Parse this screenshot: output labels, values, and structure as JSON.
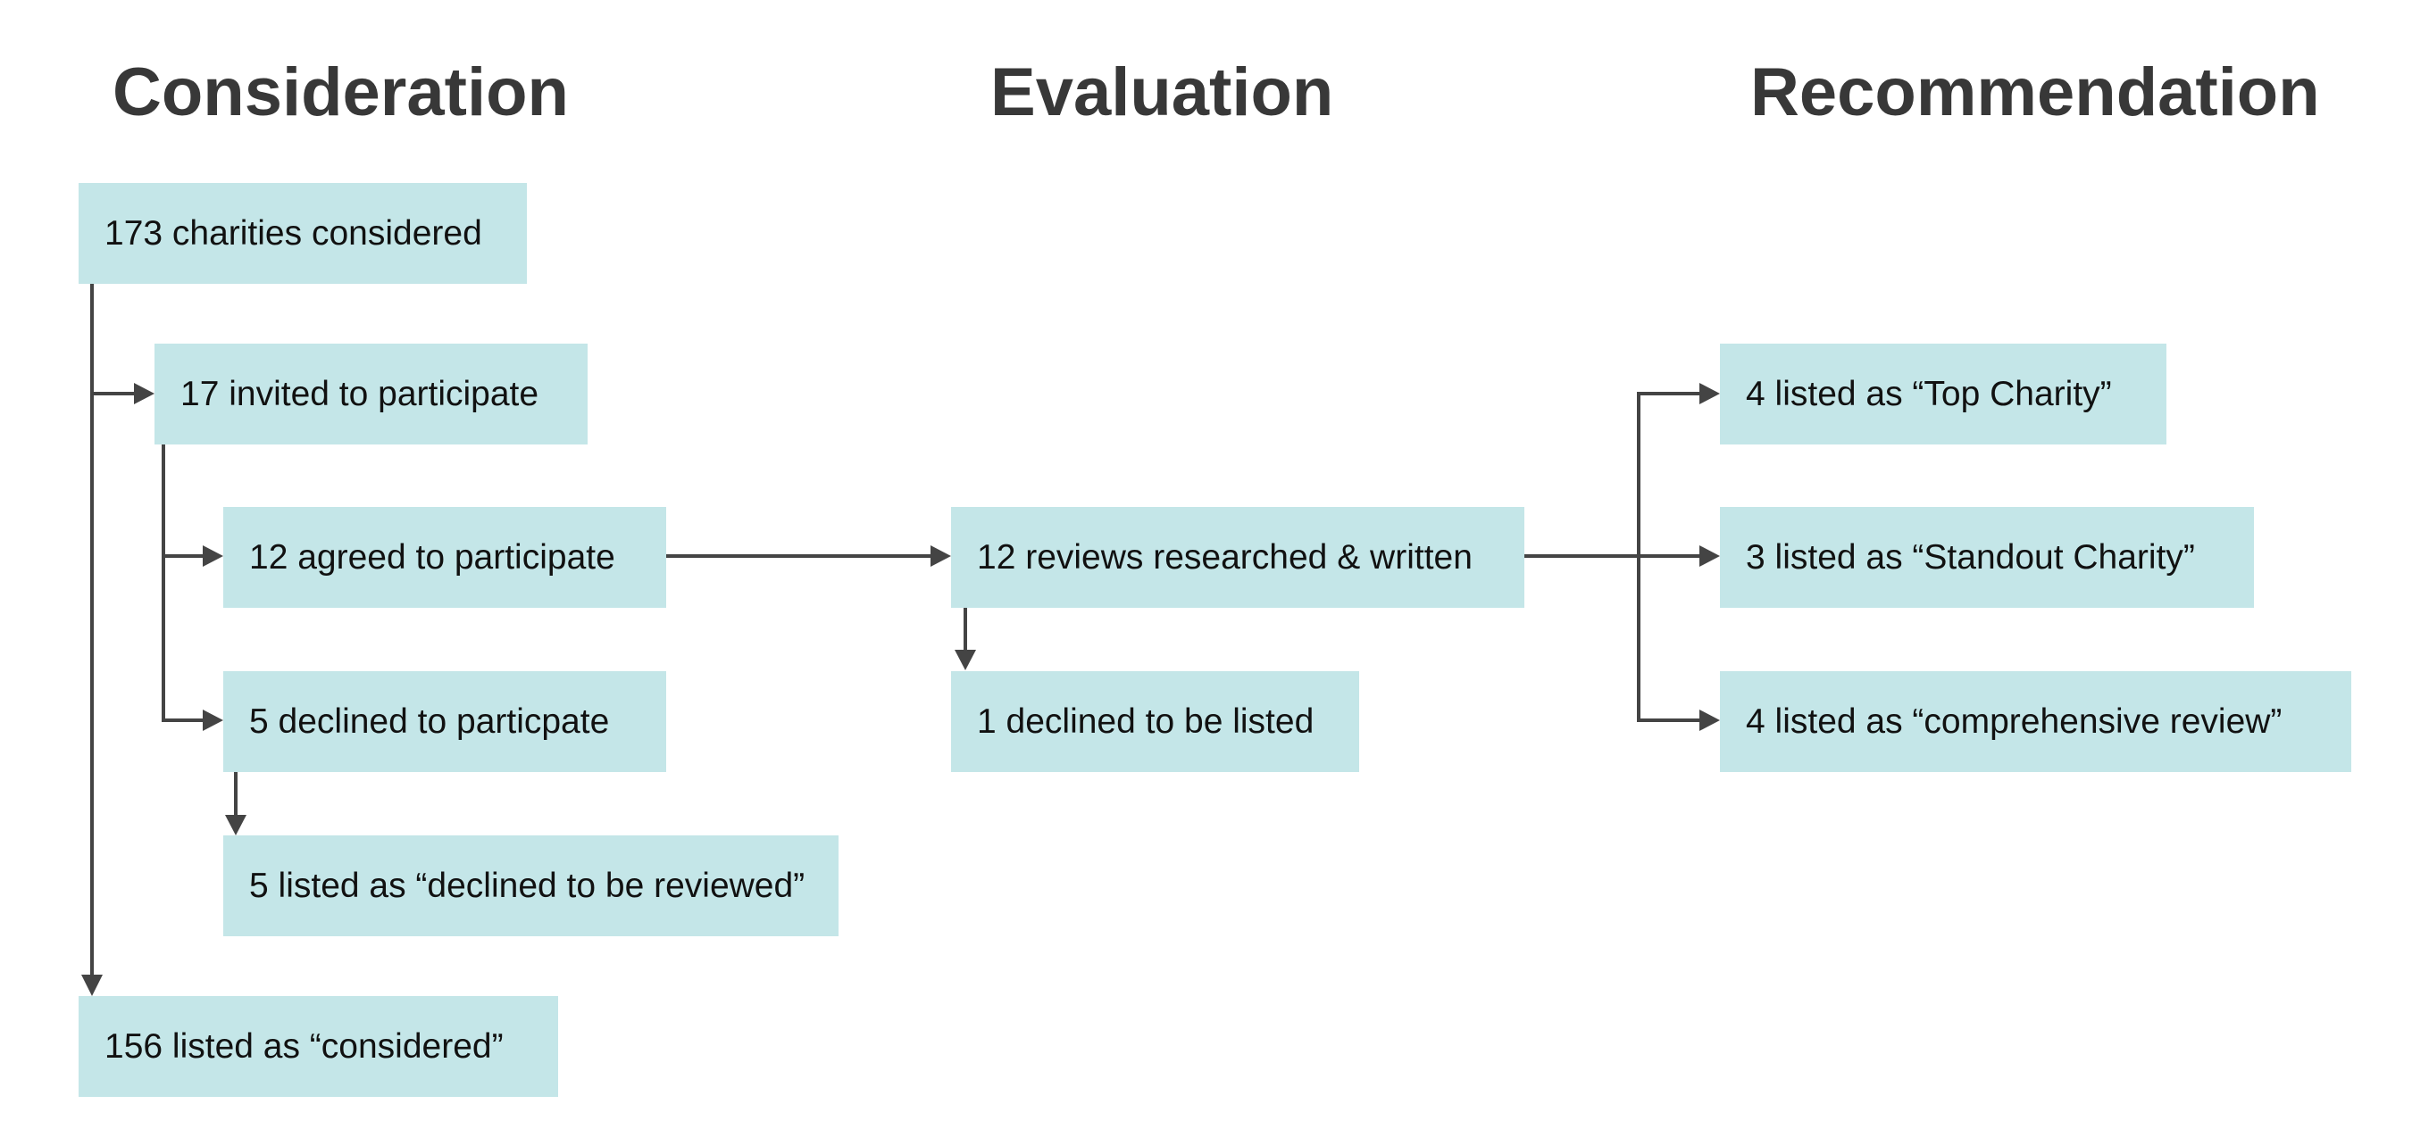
{
  "headings": {
    "consideration": "Consideration",
    "evaluation": "Evaluation",
    "recommendation": "Recommendation"
  },
  "boxes": {
    "considered_total": "173 charities considered",
    "invited": "17 invited to participate",
    "agreed": "12 agreed to participate",
    "declined": "5 declined to particpate",
    "declined_listed": "5 listed as “declined to be reviewed”",
    "listed_considered": "156 listed as “considered”",
    "reviews": "12 reviews researched & written",
    "declined_listing": "1 declined to be listed",
    "top_charity": "4 listed as “Top Charity”",
    "standout_charity": "3 listed as “Standout Charity”",
    "comprehensive_review": "4 listed as “comprehensive review”"
  },
  "colors": {
    "box_fill": "#c4e6e8",
    "heading_text": "#383838",
    "connector": "#444444"
  }
}
